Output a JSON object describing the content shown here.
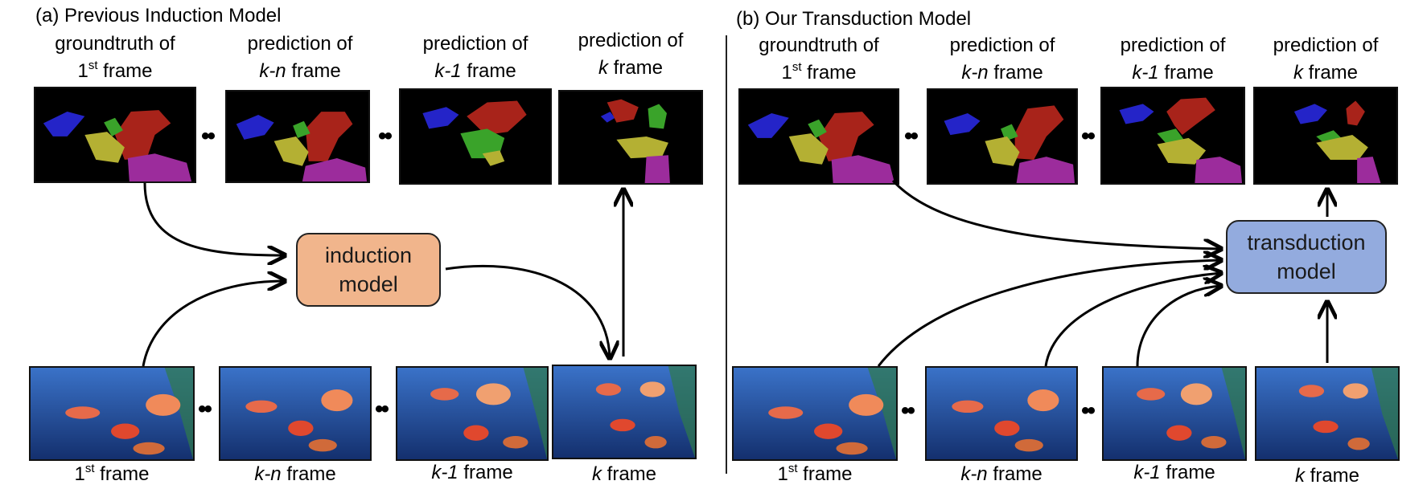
{
  "panels": {
    "a": {
      "title": "(a) Previous Induction Model",
      "model_label_1": "induction",
      "model_label_2": "model",
      "top_captions": [
        {
          "line1": "groundtruth of",
          "pre": "1",
          "sup": "st",
          "post": "  frame"
        },
        {
          "line1": "prediction of",
          "ital": "k-n",
          "post": " frame"
        },
        {
          "line1": "prediction of",
          "ital": "k-1",
          "post": " frame"
        },
        {
          "line1": "prediction of",
          "ital": "k",
          "post": " frame"
        }
      ],
      "bottom_captions": [
        {
          "pre": "1",
          "sup": "st",
          "post": "  frame"
        },
        {
          "ital": "k-n",
          "post": " frame"
        },
        {
          "ital": "k-1",
          "post": " frame"
        },
        {
          "ital": "k",
          "post": " frame"
        }
      ]
    },
    "b": {
      "title": "(b) Our Transduction Model",
      "model_label_1": "transduction",
      "model_label_2": "model",
      "top_captions": [
        {
          "line1": "groundtruth of",
          "pre": "1",
          "sup": "st",
          "post": "  frame"
        },
        {
          "line1": "prediction of",
          "ital": "k-n",
          "post": " frame"
        },
        {
          "line1": "prediction of",
          "ital": "k-1",
          "post": " frame"
        },
        {
          "line1": "prediction of",
          "ital": "k",
          "post": " frame"
        }
      ],
      "bottom_captions": [
        {
          "pre": "1",
          "sup": "st",
          "post": "  frame"
        },
        {
          "ital": "k-n",
          "post": " frame"
        },
        {
          "ital": "k-1",
          "post": " frame"
        },
        {
          "ital": "k",
          "post": " frame"
        }
      ]
    }
  },
  "ellipsis": "••",
  "colors": {
    "induction_model": "#f1b58c",
    "transduction_model": "#93abde",
    "mask_blue": "#2424c8",
    "mask_red": "#a8231a",
    "mask_green": "#3aa32a",
    "mask_olive": "#b4b033",
    "mask_purple": "#9c2c9c",
    "water": "#1c3f8a"
  }
}
